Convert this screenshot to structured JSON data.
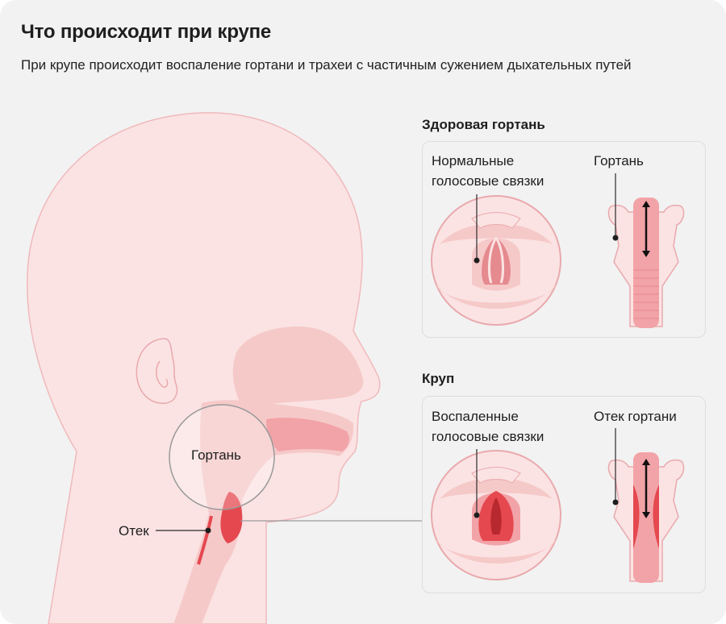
{
  "title": "Что происходит при крупе",
  "subtitle": "При крупе происходит воспаление гортани и трахеи с частичным сужением дыхательных путей",
  "head_labels": {
    "larynx": "Гортань",
    "edema": "Отек"
  },
  "healthy": {
    "heading": "Здоровая гортань",
    "vocal_cords_label_line1": "Нормальные",
    "vocal_cords_label_line2": "голосовые связки",
    "larynx_label": "Гортань"
  },
  "croup": {
    "heading": "Круп",
    "vocal_cords_label_line1": "Воспаленные",
    "vocal_cords_label_line2": "голосовые связки",
    "larynx_label": "Отек гортани"
  },
  "colors": {
    "background": "#f2f2f2",
    "skin_light": "#fbe3e3",
    "skin_mid": "#f6c9c9",
    "tissue": "#f2a3a7",
    "inflamed": "#e5484f",
    "stroke": "#d98e93"
  }
}
